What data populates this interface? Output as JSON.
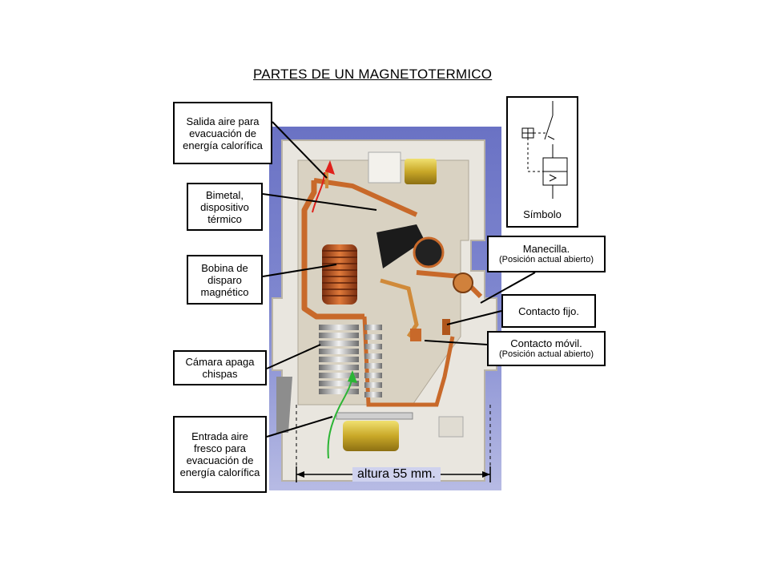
{
  "title": "PARTES DE UN MAGNETOTERMICO",
  "labels": {
    "salida_aire": "Salida aire para evacuación de energía calorífica",
    "bimetal": "Bimetal, dispositivo térmico",
    "bobina": "Bobina de disparo magnético",
    "camara": "Cámara apaga chispas",
    "entrada_aire": "Entrada aire fresco para evacuación de energía calorífica",
    "manecilla": "Manecilla.",
    "manecilla_sub": "(Posición actual abierto)",
    "contacto_fijo": "Contacto fijo.",
    "contacto_movil": "Contacto móvil.",
    "contacto_movil_sub": "(Posición actual abierto)",
    "simbolo": "Símbolo"
  },
  "dimension": "altura 55 mm.",
  "colors": {
    "background_photo": "#6f77c8",
    "housing": "#e9e6df",
    "copper": "#c8692a",
    "hot_air": "#e0201a",
    "fresh_air": "#2bb534"
  }
}
